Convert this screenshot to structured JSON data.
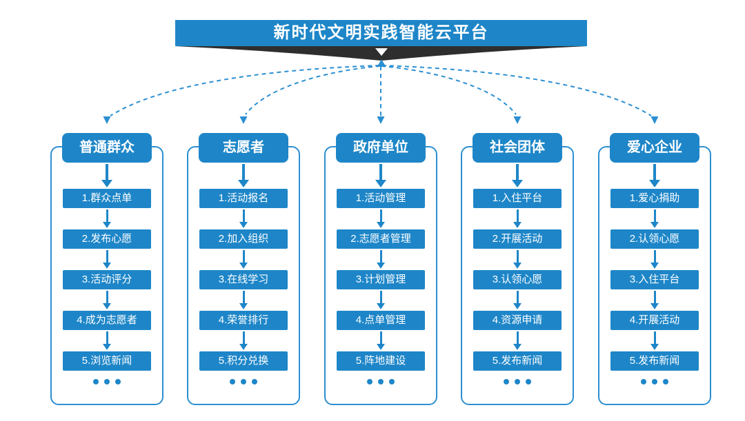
{
  "title": "新时代文明实践智能云平台",
  "ellipsis": "...",
  "colors": {
    "primary": "#1e86c8",
    "connector_line": "#2b8fd1",
    "ribbon": "#2e2e2e",
    "background": "#ffffff",
    "text_on_primary": "#ffffff"
  },
  "columns": [
    {
      "header": "普通群众",
      "items": [
        "1.群众点单",
        "2.发布心愿",
        "3.活动评分",
        "4.成为志愿者",
        "5.浏览新闻"
      ]
    },
    {
      "header": "志愿者",
      "items": [
        "1.活动报名",
        "2.加入组织",
        "3.在线学习",
        "4.荣誉排行",
        "5.积分兑换"
      ]
    },
    {
      "header": "政府单位",
      "items": [
        "1.活动管理",
        "2.志愿者管理",
        "3.计划管理",
        "4.点单管理",
        "5.阵地建设"
      ]
    },
    {
      "header": "社会团体",
      "items": [
        "1.入住平台",
        "2.开展活动",
        "3.认领心愿",
        "4.资源申请",
        "5.发布新闻"
      ]
    },
    {
      "header": "爱心企业",
      "items": [
        "1.爱心捐助",
        "2.认领心愿",
        "3.入住平台",
        "4.开展活动",
        "5.发布新闻"
      ]
    }
  ]
}
